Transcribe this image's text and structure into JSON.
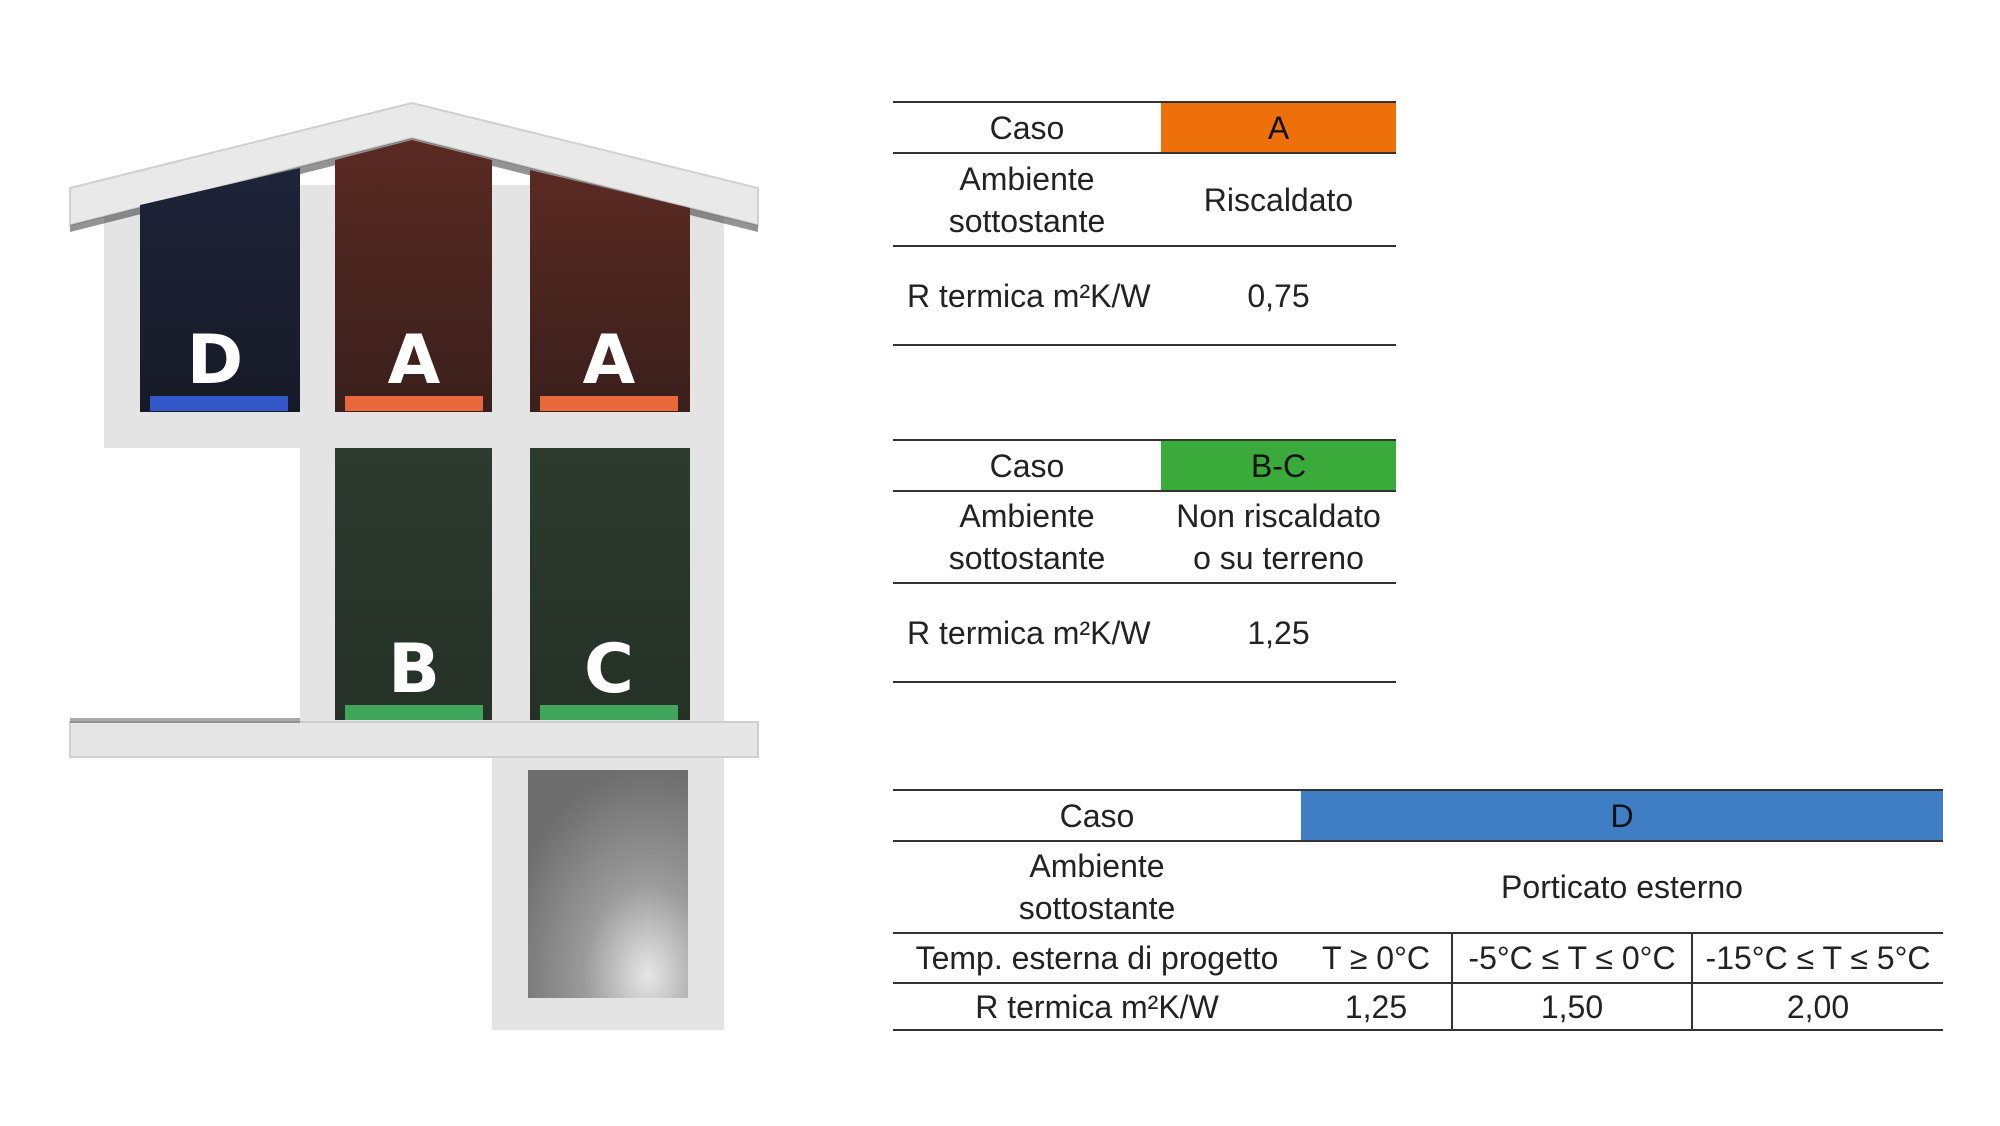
{
  "colors": {
    "A": "#EE700A",
    "BC": "#3AAA3A",
    "D": "#3F7EC4",
    "room_top": "#4A2621",
    "room_d": "#1C2133",
    "room_bottom": "#2B3A2D",
    "marker_a": "#E8683A",
    "marker_bc": "#3FA65B",
    "marker_d": "#3356C8",
    "wall": "#E4E4E4"
  },
  "house": {
    "rooms": [
      "D",
      "A",
      "A",
      "B",
      "C"
    ]
  },
  "table_a": {
    "caso_label": "Caso",
    "caso_value": "A",
    "ambiente_label": "Ambiente\nsottostante",
    "ambiente_value": "Riscaldato",
    "r_label": "R termica m²K/W",
    "r_value": "0,75"
  },
  "table_bc": {
    "caso_label": "Caso",
    "caso_value": "B-C",
    "ambiente_label": "Ambiente\nsottostante",
    "ambiente_value": "Non riscaldato\no su terreno",
    "r_label": "R termica m²K/W",
    "r_value": "1,25"
  },
  "table_d": {
    "caso_label": "Caso",
    "caso_value": "D",
    "ambiente_label": "Ambiente\nsottostante",
    "ambiente_value": "Porticato esterno",
    "temp_label": "Temp. esterna di progetto",
    "temps": [
      "T ≥ 0°C",
      "-5°C ≤ T ≤ 0°C",
      "-15°C ≤ T ≤ 5°C"
    ],
    "r_label": "R termica m²K/W",
    "r_values": [
      "1,25",
      "1,50",
      "2,00"
    ]
  }
}
